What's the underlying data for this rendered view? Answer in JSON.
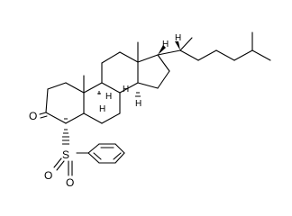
{
  "molecule": {
    "atom_labels": {
      "carbonyl_oxygen": "O",
      "sulfur": "S",
      "sulfonyl_oxygen_left": "O",
      "sulfonyl_oxygen_right": "O",
      "stereo_h": "H"
    }
  }
}
